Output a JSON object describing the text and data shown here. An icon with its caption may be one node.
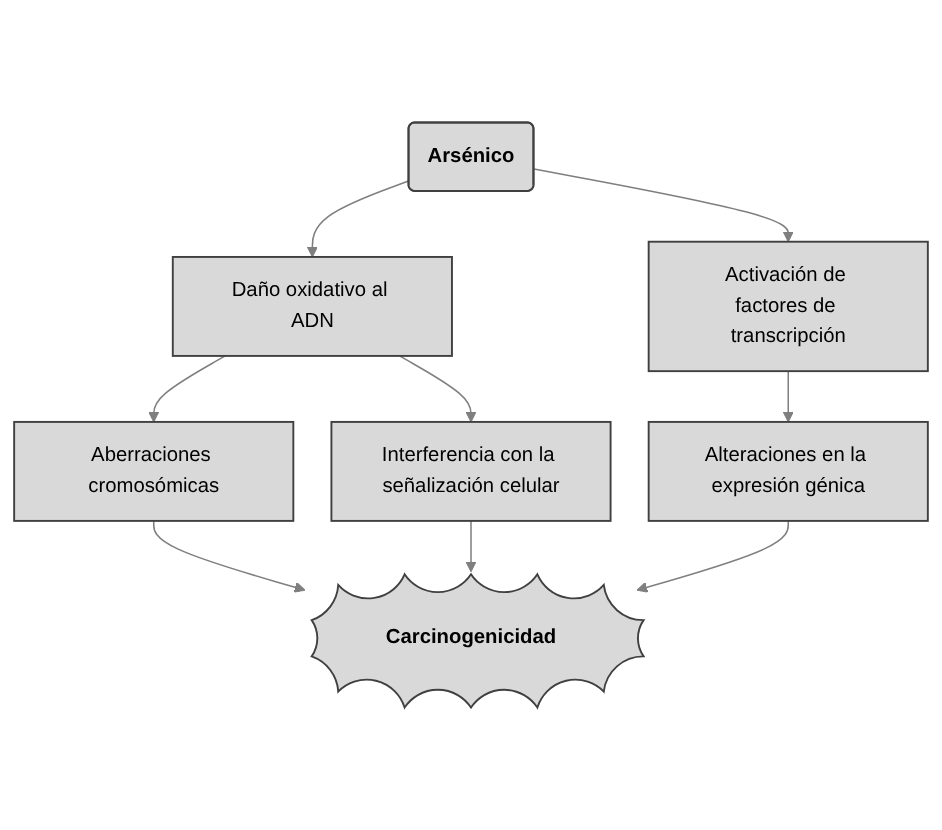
{
  "diagram": {
    "nodes": [
      {
        "text": [
          "Arsénico"
        ]
      },
      {
        "text": [
          "Daño oxidativo al ADN"
        ]
      },
      {
        "text": [
          "Activación de factores de transcripción"
        ]
      },
      {
        "text": [
          "Aberraciones cromosómicas"
        ]
      },
      {
        "text": [
          "Interferencia con la señalización celular"
        ]
      },
      {
        "text": [
          "Alteraciones en la expresión génica"
        ]
      },
      {
        "text": [
          "Carcinogenicidad"
        ]
      }
    ],
    "edges": [
      {
        "from": 0,
        "to": 1,
        "arrow": "to"
      },
      {
        "from": 0,
        "to": 2,
        "arrow": "to"
      },
      {
        "from": 1,
        "to": 3,
        "arrow": "to"
      },
      {
        "from": 1,
        "to": 4,
        "arrow": "to"
      },
      {
        "from": 2,
        "to": 5,
        "arrow": "to"
      },
      {
        "from": 3,
        "to": 6,
        "arrow": "to"
      },
      {
        "from": 4,
        "to": 6,
        "arrow": "to"
      },
      {
        "from": 5,
        "to": 6,
        "arrow": "to"
      }
    ]
  }
}
